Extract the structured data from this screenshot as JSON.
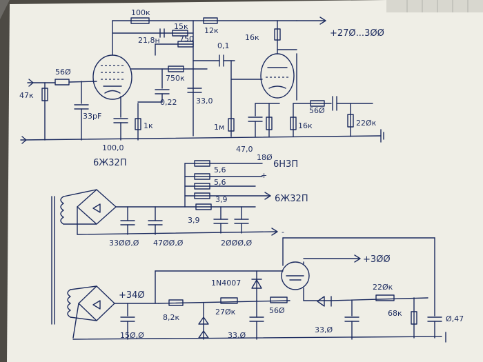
{
  "stage1": {
    "tube": "6Ж32П",
    "r_input": "47к",
    "r_series": "56Ø",
    "c_grid": "33pF",
    "r_fb1": "100к",
    "c_fb": "21,8н",
    "r_fb2": "15к",
    "r_fb3": "750",
    "r_anode_feed": "12к",
    "r_screen": "750к",
    "c_screen": "0,22",
    "c_anode": "33,0",
    "c_cathode": "100,0",
    "r_cathode": "1к",
    "c_coupling": "0,1"
  },
  "stage2": {
    "r_anode": "16к",
    "supply": "+27Ø...3ØØ",
    "r_grid": "1м",
    "c_cathode": "47,0",
    "r_cathode": "16к",
    "r_output": "56Ø",
    "r_load": "22Øк"
  },
  "heater": {
    "label_6n3p": "6Н3П",
    "label_6zh32p": "6Ж32П",
    "r1": "5,6",
    "r2": "5,6",
    "r3": "3,9",
    "r4": "3,9",
    "r_top": "18Ø",
    "c1": "33ØØ,Ø",
    "c2": "47ØØ,Ø",
    "c3": "2ØØØ,Ø",
    "plus_sign": "+",
    "minus_sign": "-"
  },
  "hv": {
    "input_voltage": "+34Ø",
    "output_voltage": "+3ØØ",
    "diode": "1N4007",
    "c_input": "15Ø,Ø",
    "r1": "8,2к",
    "r2": "27Øк",
    "r3": "56Ø",
    "c2": "33,Ø",
    "c3": "33,Ø",
    "r4": "22Øк",
    "r5": "68к",
    "c_out": "Ø,47"
  }
}
